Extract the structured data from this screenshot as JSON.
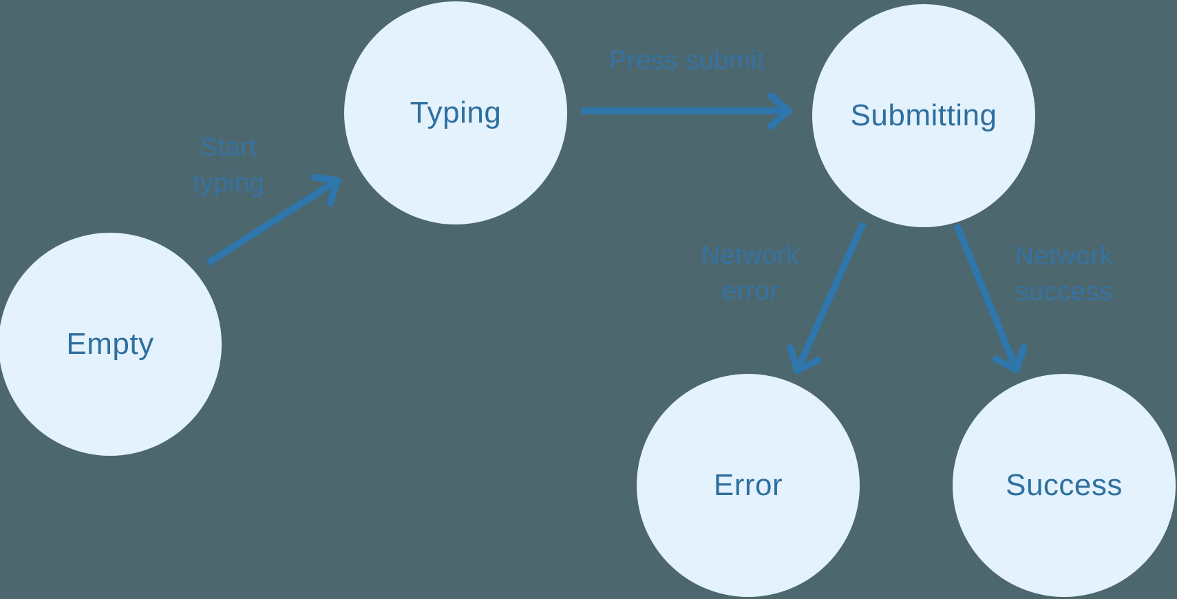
{
  "colors": {
    "background": "#4C676E",
    "node_fill": "#E3F2FD",
    "node_text": "#2E6F9E",
    "arrow": "#2E76AB",
    "edge_label_text": "#3673A3"
  },
  "diagram": {
    "nodes": [
      {
        "id": "empty",
        "label": "Empty"
      },
      {
        "id": "typing",
        "label": "Typing"
      },
      {
        "id": "submitting",
        "label": "Submitting"
      },
      {
        "id": "error",
        "label": "Error"
      },
      {
        "id": "success",
        "label": "Success"
      }
    ],
    "edges": [
      {
        "from": "empty",
        "to": "typing",
        "label": "Start typing",
        "label_lines": [
          "Start",
          "typing"
        ]
      },
      {
        "from": "typing",
        "to": "submitting",
        "label": "Press submit",
        "label_lines": [
          "Press submit"
        ]
      },
      {
        "from": "submitting",
        "to": "error",
        "label": "Network error",
        "label_lines": [
          "Network",
          "error"
        ]
      },
      {
        "from": "submitting",
        "to": "success",
        "label": "Network success",
        "label_lines": [
          "Network",
          "success"
        ]
      }
    ]
  }
}
